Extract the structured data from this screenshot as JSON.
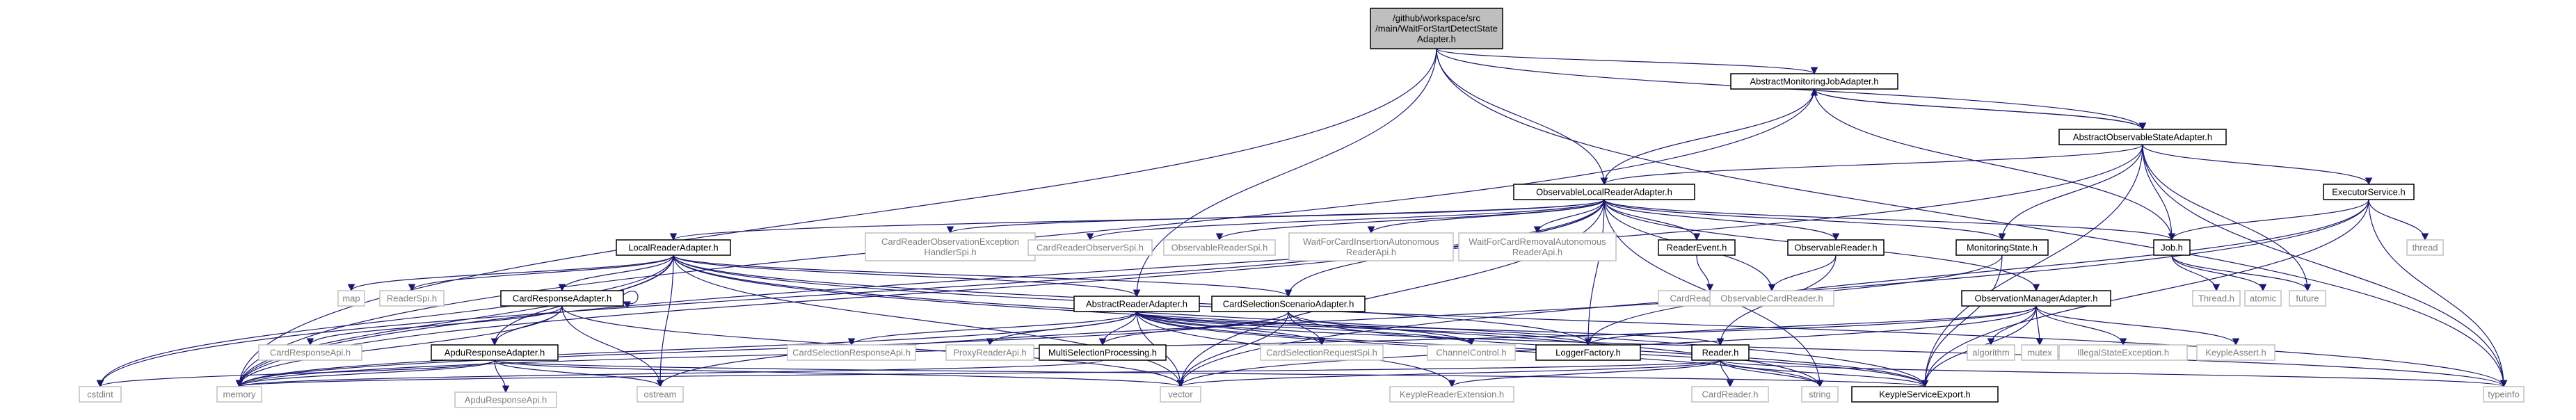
{
  "colors": {
    "edge": "#191970",
    "root_fill": "#bfbfbf",
    "external_text": "#7f7f7f",
    "external_border": "#c0c0c0"
  },
  "nodes": [
    {
      "id": "root",
      "kind": "root",
      "lines": [
        "/github/workspace/src",
        "/main/WaitForStartDetectState",
        "Adapter.h"
      ]
    },
    {
      "id": "amja",
      "kind": "int",
      "lines": [
        "AbstractMonitoringJobAdapter.h"
      ]
    },
    {
      "id": "aosa",
      "kind": "int",
      "lines": [
        "AbstractObservableStateAdapter.h"
      ]
    },
    {
      "id": "olra",
      "kind": "int",
      "lines": [
        "ObservableLocalReaderAdapter.h"
      ]
    },
    {
      "id": "exec",
      "kind": "int",
      "lines": [
        "ExecutorService.h"
      ]
    },
    {
      "id": "lra",
      "kind": "int",
      "lines": [
        "LocalReaderAdapter.h"
      ]
    },
    {
      "id": "croehs",
      "kind": "ext",
      "lines": [
        "CardReaderObservationException",
        "HandlerSpi.h"
      ]
    },
    {
      "id": "crospi",
      "kind": "ext",
      "lines": [
        "CardReaderObserverSpi.h"
      ]
    },
    {
      "id": "orspi",
      "kind": "ext",
      "lines": [
        "ObservableReaderSpi.h"
      ]
    },
    {
      "id": "wfci",
      "kind": "ext",
      "lines": [
        "WaitForCardInsertionAutonomous",
        "ReaderApi.h"
      ]
    },
    {
      "id": "wfcr",
      "kind": "ext",
      "lines": [
        "WaitForCardRemovalAutonomous",
        "ReaderApi.h"
      ]
    },
    {
      "id": "revt",
      "kind": "int",
      "lines": [
        "ReaderEvent.h"
      ]
    },
    {
      "id": "oreader",
      "kind": "int",
      "lines": [
        "ObservableReader.h"
      ]
    },
    {
      "id": "mstate",
      "kind": "int",
      "lines": [
        "MonitoringState.h"
      ]
    },
    {
      "id": "job",
      "kind": "int",
      "lines": [
        "Job.h"
      ]
    },
    {
      "id": "thread",
      "kind": "ext",
      "lines": [
        "thread"
      ]
    },
    {
      "id": "map",
      "kind": "ext",
      "lines": [
        "map"
      ]
    },
    {
      "id": "rspi",
      "kind": "ext",
      "lines": [
        "ReaderSpi.h"
      ]
    },
    {
      "id": "cra",
      "kind": "int",
      "lines": [
        "CardResponseAdapter.h"
      ]
    },
    {
      "id": "ara",
      "kind": "int",
      "lines": [
        "AbstractReaderAdapter.h"
      ]
    },
    {
      "id": "csa",
      "kind": "int",
      "lines": [
        "CardSelectionScenarioAdapter.h"
      ]
    },
    {
      "id": "crevt",
      "kind": "ext",
      "lines": [
        "CardReaderEvent.h"
      ]
    },
    {
      "id": "ocr",
      "kind": "ext",
      "lines": [
        "ObservableCardReader.h"
      ]
    },
    {
      "id": "oma",
      "kind": "int",
      "lines": [
        "ObservationManagerAdapter.h"
      ]
    },
    {
      "id": "threadh",
      "kind": "ext",
      "lines": [
        "Thread.h"
      ]
    },
    {
      "id": "atomic",
      "kind": "ext",
      "lines": [
        "atomic"
      ]
    },
    {
      "id": "future",
      "kind": "ext",
      "lines": [
        "future"
      ]
    },
    {
      "id": "crapi",
      "kind": "ext",
      "lines": [
        "CardResponseApi.h"
      ]
    },
    {
      "id": "apdua",
      "kind": "int",
      "lines": [
        "ApduResponseAdapter.h"
      ]
    },
    {
      "id": "csrapi",
      "kind": "ext",
      "lines": [
        "CardSelectionResponseApi.h"
      ]
    },
    {
      "id": "prapi",
      "kind": "ext",
      "lines": [
        "ProxyReaderApi.h"
      ]
    },
    {
      "id": "msp",
      "kind": "int",
      "lines": [
        "MultiSelectionProcessing.h"
      ]
    },
    {
      "id": "csreq",
      "kind": "ext",
      "lines": [
        "CardSelectionRequestSpi.h"
      ]
    },
    {
      "id": "cctrl",
      "kind": "ext",
      "lines": [
        "ChannelControl.h"
      ]
    },
    {
      "id": "lfac",
      "kind": "int",
      "lines": [
        "LoggerFactory.h"
      ]
    },
    {
      "id": "reader",
      "kind": "int",
      "lines": [
        "Reader.h"
      ]
    },
    {
      "id": "algo",
      "kind": "ext",
      "lines": [
        "algorithm"
      ]
    },
    {
      "id": "mutex",
      "kind": "ext",
      "lines": [
        "mutex"
      ]
    },
    {
      "id": "ise",
      "kind": "ext",
      "lines": [
        "IllegalStateException.h"
      ]
    },
    {
      "id": "kassert",
      "kind": "ext",
      "lines": [
        "KeypleAssert.h"
      ]
    },
    {
      "id": "cstdint",
      "kind": "ext",
      "lines": [
        "cstdint"
      ]
    },
    {
      "id": "memory",
      "kind": "ext",
      "lines": [
        "memory"
      ]
    },
    {
      "id": "aduapi",
      "kind": "ext",
      "lines": [
        "ApduResponseApi.h"
      ]
    },
    {
      "id": "ostream",
      "kind": "ext",
      "lines": [
        "ostream"
      ]
    },
    {
      "id": "vector",
      "kind": "ext",
      "lines": [
        "vector"
      ]
    },
    {
      "id": "kre",
      "kind": "ext",
      "lines": [
        "KeypleReaderExtension.h"
      ]
    },
    {
      "id": "crd",
      "kind": "ext",
      "lines": [
        "CardReader.h"
      ]
    },
    {
      "id": "string",
      "kind": "ext",
      "lines": [
        "string"
      ]
    },
    {
      "id": "kse",
      "kind": "int",
      "lines": [
        "KeypleServiceExport.h"
      ]
    },
    {
      "id": "typeinfo",
      "kind": "ext",
      "lines": [
        "typeinfo"
      ]
    }
  ]
}
